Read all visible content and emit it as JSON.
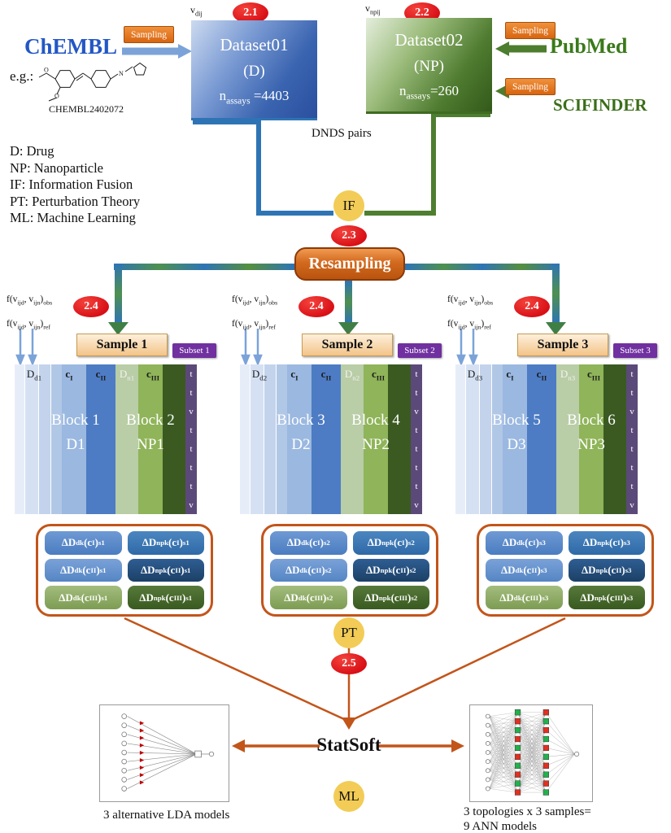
{
  "sources": {
    "chembl_label": "ChEMBL",
    "pubmed_label": "PubMed",
    "scifinder_label": "SCIFINDER",
    "sampling_chembl": "Sampling",
    "sampling_pubmed": "Sampling",
    "sampling_scifinder": "Sampling",
    "example_prefix": "e.g.:",
    "compound_id": "CHEMBL2402072"
  },
  "dataset01": {
    "variable": "v_{dij}",
    "step": "2.1",
    "title": "Dataset01",
    "subtitle": "(D)",
    "assays": "n_{assays} =4403"
  },
  "dataset02": {
    "variable": "v_{npij}",
    "step": "2.2",
    "title": "Dataset02",
    "subtitle": "(NP)",
    "assays": "n_{assays}=260"
  },
  "legend": {
    "items": [
      "D: Drug",
      "NP: Nanoparticle",
      "IF: Information Fusion",
      "PT: Perturbation Theory",
      "ML: Machine Learning"
    ]
  },
  "flow": {
    "pairs_label": "DNDS pairs",
    "if_node": "IF",
    "step_23": "2.3",
    "resampling": "Resampling",
    "pt_node": "PT",
    "step_25": "2.5",
    "statsoft": "StatSoft",
    "ml_node": "ML"
  },
  "samples": [
    {
      "obs_label": "f(v_{ijd}, v_{ijn})_{obs}",
      "ref_label": "f(v_{ijd}, v_{ijn})_{ref}",
      "step": "2.4",
      "name": "Sample 1",
      "subset": "Subset 1",
      "columns": [
        "D_{d1}",
        "c_{I}",
        "c_{II}",
        "D_{n1}",
        "c_{III}"
      ],
      "block_drug_title": "Block 1",
      "block_drug_sub": "D1",
      "block_np_title": "Block 2",
      "block_np_sub": "NP1",
      "tv_letters": [
        "t",
        "t",
        "v",
        "t",
        "t",
        "t",
        "t",
        "v"
      ],
      "operators": [
        "ΔD_{dk}(c_{I})_{s1}",
        "ΔD_{npk}(c_{I})_{s1}",
        "ΔD_{dk}(c_{II})_{s1}",
        "ΔD_{npk}(c_{II})_{s1}",
        "ΔD_{dk}(c_{III})_{s1}",
        "ΔD_{npk}(c_{III})_{s1}"
      ]
    },
    {
      "obs_label": "f(v_{ijd}, v_{ijn})_{obs}",
      "ref_label": "f(v_{ijd}, v_{ijn})_{ref}",
      "step": "2.4",
      "name": "Sample 2",
      "subset": "Subset 2",
      "columns": [
        "D_{d2}",
        "c_{I}",
        "c_{II}",
        "D_{n2}",
        "c_{III}"
      ],
      "block_drug_title": "Block 3",
      "block_drug_sub": "D2",
      "block_np_title": "Block 4",
      "block_np_sub": "NP2",
      "tv_letters": [
        "t",
        "t",
        "v",
        "t",
        "t",
        "t",
        "t",
        "v"
      ],
      "operators": [
        "ΔD_{dk}(c_{I})_{s2}",
        "ΔD_{npk}(c_{I})_{s2}",
        "ΔD_{dk}(c_{II})_{s2}",
        "ΔD_{npk}(c_{II})_{s2}",
        "ΔD_{dk}(c_{III})_{s2}",
        "ΔD_{npk}(c_{III})_{s2}"
      ]
    },
    {
      "obs_label": "f(v_{ijd}, v_{ijn})_{obs}",
      "ref_label": "f(v_{ijd}, v_{ijn})_{ref}",
      "step": "2.4",
      "name": "Sample 3",
      "subset": "Subset 3",
      "columns": [
        "D_{d3}",
        "c_{I}",
        "c_{II}",
        "D_{n3}",
        "c_{III}"
      ],
      "block_drug_title": "Block 5",
      "block_drug_sub": "D3",
      "block_np_title": "Block 6",
      "block_np_sub": "NP3",
      "tv_letters": [
        "t",
        "t",
        "v",
        "t",
        "t",
        "t",
        "t",
        "v"
      ],
      "operators": [
        "ΔD_{dk}(c_{I})_{s3}",
        "ΔD_{npk}(c_{I})_{s3}",
        "ΔD_{dk}(c_{II})_{s3}",
        "ΔD_{npk}(c_{II})_{s3}",
        "ΔD_{dk}(c_{III})_{s3}",
        "ΔD_{npk}(c_{III})_{s3}"
      ]
    }
  ],
  "models": {
    "lda_caption": "3 alternative  LDA models",
    "ann_caption_line1": "3 topologies  x 3 samples=",
    "ann_caption_line2": "9 ANN models"
  },
  "colors": {
    "badge_red": "#dd1016",
    "accent_orange": "#c2551a",
    "node_yellow": "#f2cc56",
    "chembl_blue": "#2257c5",
    "pubmed_green": "#3a7a1a",
    "dataset1_blue": "#2e5fa8",
    "dataset2_green": "#3f6b22",
    "subset_purple": "#7030a0"
  }
}
